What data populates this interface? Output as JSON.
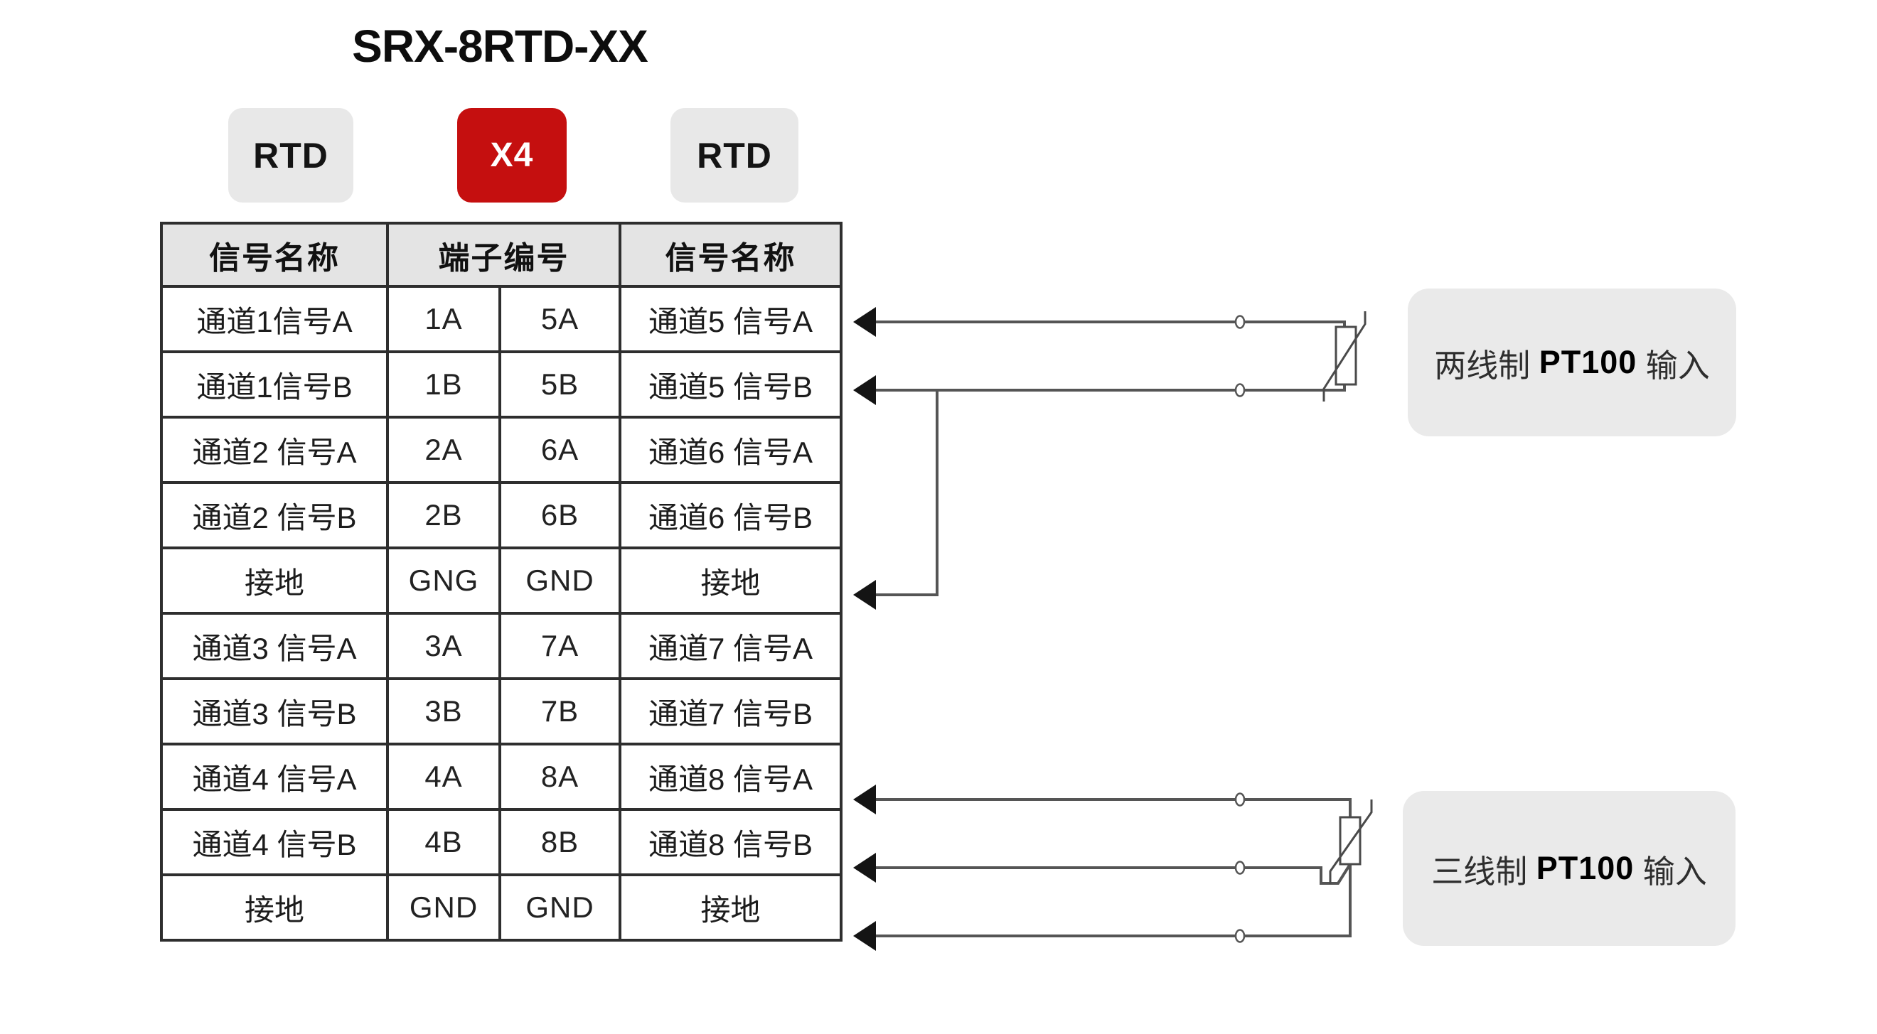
{
  "title": "SRX-8RTD-XX",
  "badges": [
    {
      "label": "RTD",
      "style": "gray"
    },
    {
      "label": "X4",
      "style": "red"
    },
    {
      "label": "RTD",
      "style": "gray"
    }
  ],
  "table": {
    "headers": [
      "信号名称",
      "端子编号",
      "信号名称"
    ],
    "rows": [
      [
        "通道1信号A",
        "1A",
        "5A",
        "通道5 信号A"
      ],
      [
        "通道1信号B",
        "1B",
        "5B",
        "通道5 信号B"
      ],
      [
        "通道2 信号A",
        "2A",
        "6A",
        "通道6 信号A"
      ],
      [
        "通道2 信号B",
        "2B",
        "6B",
        "通道6 信号B"
      ],
      [
        "接地",
        "GNG",
        "GND",
        "接地"
      ],
      [
        "通道3 信号A",
        "3A",
        "7A",
        "通道7 信号A"
      ],
      [
        "通道3 信号B",
        "3B",
        "7B",
        "通道7 信号B"
      ],
      [
        "通道4 信号A",
        "4A",
        "8A",
        "通道8 信号A"
      ],
      [
        "通道4 信号B",
        "4B",
        "8B",
        "通道8 信号B"
      ],
      [
        "接地",
        "GND",
        "GND",
        "接地"
      ]
    ]
  },
  "annotations": {
    "two_wire": {
      "prefix": "两线制 ",
      "bold": "PT100",
      "suffix": " 输入"
    },
    "three_wire": {
      "prefix": "三线制 ",
      "bold": "PT100",
      "suffix": " 输入"
    }
  },
  "colors": {
    "accent_red": "#c50f0f",
    "badge_gray": "#e8e8e8",
    "header_gray": "#e4e4e4",
    "label_box_gray": "#eaeaea",
    "table_border": "#2e2e2e",
    "wire_gray": "#555555",
    "arrow_black": "#141414"
  }
}
